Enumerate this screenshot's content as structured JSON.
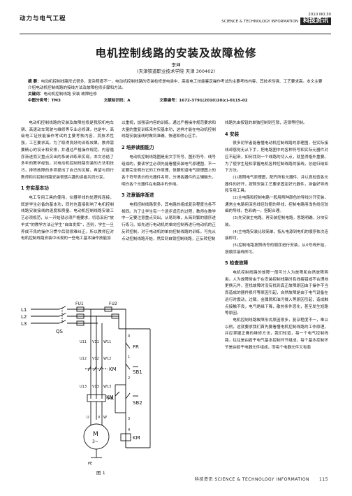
{
  "header": {
    "section": "动力与电气工程",
    "issue": "2010  NO.30",
    "journal_en": "SCIENCE & TECHNOLOGY INFORMATION",
    "brand": "科技资讯"
  },
  "article": {
    "title": "电机控制线路的安装及故障检修",
    "author": "李坤",
    "affiliation": "(天津铁道职业技术学院  天津  300402)",
    "abstract_label": "摘  要：",
    "abstract": "电动机控制线路形式很多，复杂程度不一，电动机控制线路的安装检修是电类中、高级电工技能鉴定操作考试的主要考核内容，其技术性强、工艺要求高。本文主要介绍电动机控制线路的接线方法及故障检修步骤和方法。",
    "keywords_label": "关键词：",
    "keywords": "电动机控制线路  安装  故障检修",
    "clc": "中图分类号：TM3",
    "doc_code": "文献标识码：A",
    "article_no": "文章编号：1672-3791(2010)10(c)-0115-02"
  },
  "columns": {
    "c1_intro": "电动机控制线路的安装及故障检修是我院机电车辆、高速动车驾驶与维修等专业必修课，也是中、高级电工证技能操作考试的主要考核内容，其技术性强，工艺要求高。为了取得良好的训练效果，教师需要精心的设计和安排，并通过严格操作规范，内容循序渐进而又重点突出的系统训练来实现。本文总结了多年的教学经验，对电动机控制线路安装的方法和技巧，排除故障的多项提出了自己的见解，希望与同行教师和对控制线路安装很感兴趣的读者共同分享。",
    "s1_title": "1  夯实基本功",
    "s1": "电工专用工具的使用，仪器导线的处理和连接，既是学生必备的基本功，同时也直接影响了电机控制线路安装接线的速度和质量。电动机控制线路安装工艺必须规范，从一开始就必须严格要求，切忌采用“放羊式”的教学方法让学生“自由发挥”，否则，学生一旦养成不良的操作习惯今后就很难纠正。所以教师应对电机控制线路安装中出现的一些电工基本操作技能加",
    "c2_a": "以重视，加强该内容的训练。通过严格操作规范要求和大量的重复训练来夯实基本功，这样才能在电动机控制线路安装接线时做到准确、快速和得心应手。",
    "s2_title": "2  培养读图能力",
    "s2": "电动机控制线路图是用文字符号、图形符号、线号组成的，要读学生必须先能看懂安装电气原理图，不一定要完全明白它的工作原理，但要知道电气原理图上的各个符号表示的元器件名称，分清各器件的主辅触头，明白各个元器件在电路中的作用。",
    "s3_title": "3  注意循序渐进",
    "s3": "电机控制线路很多，其电路的组成复杂程度也各不相同。为了让学生有一个逐步适应的过程，教师在教学中一定要注意重点突出，从易到难，从简到繁的顺序进行练习。如先进行电动机的单向控制再进行电动机的正反转控制，对于电动机的单向控制线路的训练，可先从点动控制线路开始，然后到自锁控制线路，正反转控制",
    "c3_a": "线路先由按钮的单独控制到互锁，连锁等控制。",
    "s4_title": "4  安装",
    "s4": "很多初学者能看懂电动机控制线路的原理图，但实际接线却感觉无从下手，把电路图中的各种符号和实际元器件对应不起来，如何找到一个线路的切入点，就显得格外重要。为了使学生轻松掌握电机各种控制线路的接线，总结归纳如下方法。",
    "s4_1": "(1)按照电气原理图，配齐所有元器件，并认真检查各元器件的好坏，按照安装工艺要求固定好元器件，准备好导线和专用工具。",
    "s4_2": "(2)主电路和控制电路一般用两种颜色的导线分开安装，通常主电路用深色线径较粗的导线，控制电路用浅色线径较细的导线，色彩统一，搭配合理。",
    "s4_3": "(3)先安装主电路，再安装控制电路，思路明确，分块安装。",
    "s4_4": "(4)主电路安装比较简单，按从电源到电机的顺序依次连接即可。",
    "s4_5": "(5)控制电路按照线号的顺序进行安装，从0号线开始，按顺序接线即可。",
    "s5_title": "5  检查故障",
    "s5": "电机控制线路的故障一般可分人为故障和自然故障两类。人为故障常由于在安装控制线路时有线接错或不合理地更换元件，查找故障时没有找到真正故障原因由于操作不当而造成的器件损坏等原因引起，自然故障是由于电气设备在运行时震动，过载，金属屑和油污侵入等原因引起，造成触点接触不良，电气绝缘下降，散热条件恶化，甚至发生短路等原因。",
    "s5_b": "电机控制线路故障形式原因很多，复杂程度不一，难以以例，这就要求我们首先要看懂电机控制线路的工作原理，并应掌握正确的维修方法，我们知道，每一个电气控制线路，往往是由若干电气基本控制环节组成，每个基本控制环节是由若干电器元件组成，而每个电器元件又有若"
  },
  "figure": {
    "caption": "图 1",
    "labels": {
      "l1": "L1",
      "l2": "L2",
      "l3": "L3",
      "qs": "QS",
      "fu1": "FU1",
      "fu2": "FU2",
      "u11": "U11",
      "v11": "V11",
      "w11": "W11",
      "u12": "U12",
      "v12": "V12",
      "w12": "W12",
      "u13": "U13",
      "v13": "V13",
      "w13": "W13",
      "km_main": "KM",
      "fr_main": "FR",
      "u": "U",
      "v": "V",
      "w": "W",
      "motor": "M",
      "motor_sub": "3~",
      "pe": "PE",
      "n0": "0",
      "n1": "1",
      "n2": "2",
      "n3": "3",
      "n4": "4",
      "fr_ctrl": "FR",
      "sb1": "SB1",
      "sb2": "SB2",
      "km_aux": "KM",
      "km_coil": "KM"
    }
  },
  "footer": {
    "journal": "科技资讯  SCIENCE & TECHNOLOGY INFORMATION",
    "page": "115"
  }
}
